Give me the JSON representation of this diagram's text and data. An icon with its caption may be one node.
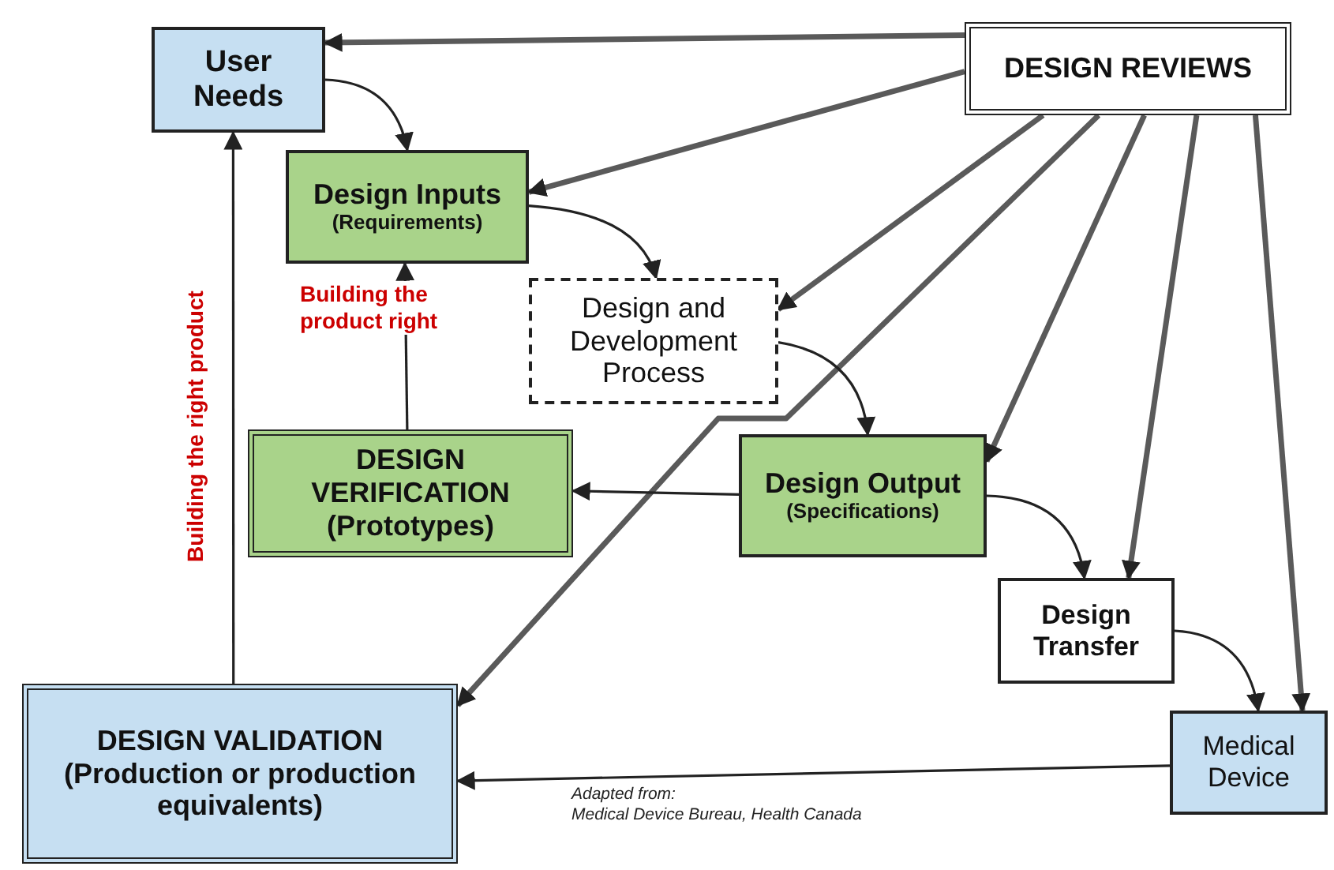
{
  "diagram": {
    "nodes": [
      {
        "text": [
          "User Needs"
        ]
      },
      {
        "text": [
          "DESIGN REVIEWS"
        ]
      },
      {
        "text": [
          "Design Inputs",
          "(Requirements)"
        ]
      },
      {
        "text": [
          "Design and Development Process"
        ]
      },
      {
        "text": [
          "DESIGN VERIFICATION",
          "(Prototypes)"
        ]
      },
      {
        "text": [
          "Design Output",
          "(Specifications)"
        ]
      },
      {
        "text": [
          "Design Transfer"
        ]
      },
      {
        "text": [
          "Medical Device"
        ]
      },
      {
        "text": [
          "DESIGN VALIDATION",
          "(Production or production equivalents)"
        ]
      }
    ],
    "edges": [
      {
        "from": 1,
        "to": 0,
        "arrow": "to",
        "style": "thick"
      },
      {
        "from": 1,
        "to": 2,
        "arrow": "to",
        "style": "thick"
      },
      {
        "from": 1,
        "to": 3,
        "arrow": "to",
        "style": "thick"
      },
      {
        "from": 1,
        "to": 8,
        "arrow": "to",
        "style": "thick"
      },
      {
        "from": 1,
        "to": 5,
        "arrow": "to",
        "style": "thick"
      },
      {
        "from": 1,
        "to": 6,
        "arrow": "to",
        "style": "thick"
      },
      {
        "from": 1,
        "to": 7,
        "arrow": "to",
        "style": "thick"
      },
      {
        "from": 0,
        "to": 2,
        "arrow": "to"
      },
      {
        "from": 2,
        "to": 3,
        "arrow": "to"
      },
      {
        "from": 3,
        "to": 5,
        "arrow": "to"
      },
      {
        "from": 5,
        "to": 4,
        "arrow": "to"
      },
      {
        "from": 4,
        "to": 2,
        "arrow": "to",
        "label": "Building the product right"
      },
      {
        "from": 8,
        "to": 0,
        "arrow": "to",
        "label": "Building the right product"
      },
      {
        "from": 5,
        "to": 6,
        "arrow": "to"
      },
      {
        "from": 6,
        "to": 7,
        "arrow": "to"
      },
      {
        "from": 7,
        "to": 8,
        "arrow": "to"
      }
    ],
    "labels": [
      "Adapted from:",
      "Medical Device Bureau, Health Canada"
    ]
  }
}
